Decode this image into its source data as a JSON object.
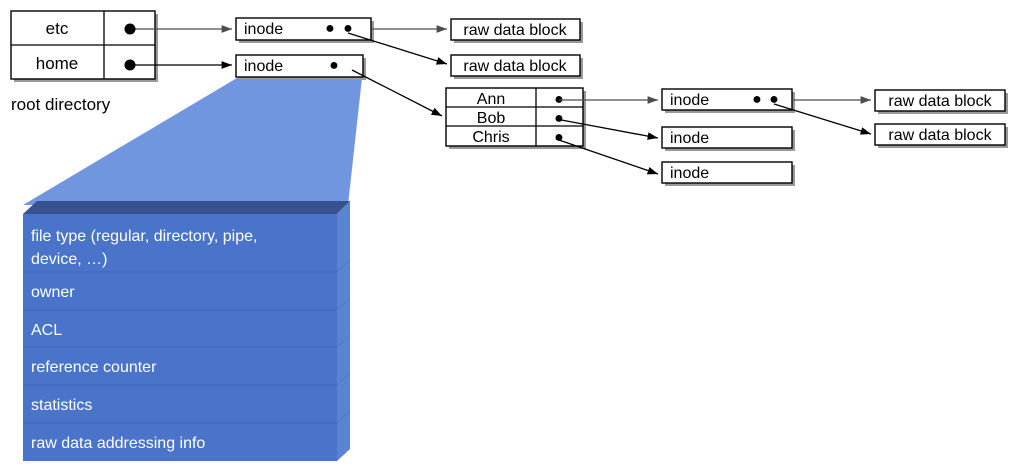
{
  "diagram": {
    "title": "UNIX inode / directory structure diagram",
    "colors": {
      "funnel": "#6f96de",
      "cube_front": "#4a74c9",
      "cube_top": "#37528f",
      "cube_side": "#5b83d4",
      "box_fill": "#ffffff",
      "box_stroke": "#000000",
      "text": "#000000",
      "cube_text": "#ffffff"
    },
    "root_directory": {
      "caption": "root directory",
      "entries": [
        {
          "name": "etc",
          "pointer": "●"
        },
        {
          "name": "home",
          "pointer": "●"
        }
      ]
    },
    "level1_inodes": [
      {
        "label": "inode",
        "pointers": [
          "●",
          "●"
        ]
      },
      {
        "label": "inode",
        "pointers": [
          "●"
        ]
      }
    ],
    "level1_data_blocks": [
      {
        "label": "raw data block"
      },
      {
        "label": "raw data block"
      }
    ],
    "home_directory": {
      "entries": [
        {
          "name": "Ann",
          "pointer": "●"
        },
        {
          "name": "Bob",
          "pointer": "●"
        },
        {
          "name": "Chris",
          "pointer": "●"
        }
      ]
    },
    "level2_inodes": [
      {
        "label": "inode",
        "pointers": [
          "●",
          "●"
        ]
      },
      {
        "label": "inode",
        "pointers": []
      },
      {
        "label": "inode",
        "pointers": []
      }
    ],
    "level2_data_blocks": [
      {
        "label": "raw data block"
      },
      {
        "label": "raw data block"
      }
    ],
    "inode_detail": {
      "fields": [
        {
          "line1": "file type (regular, directory, pipe,",
          "line2": "device, …)"
        },
        {
          "line1": "owner",
          "line2": ""
        },
        {
          "line1": "ACL",
          "line2": ""
        },
        {
          "line1": "reference counter",
          "line2": ""
        },
        {
          "line1": "statistics",
          "line2": ""
        },
        {
          "line1": "raw data addressing info",
          "line2": ""
        }
      ]
    }
  }
}
